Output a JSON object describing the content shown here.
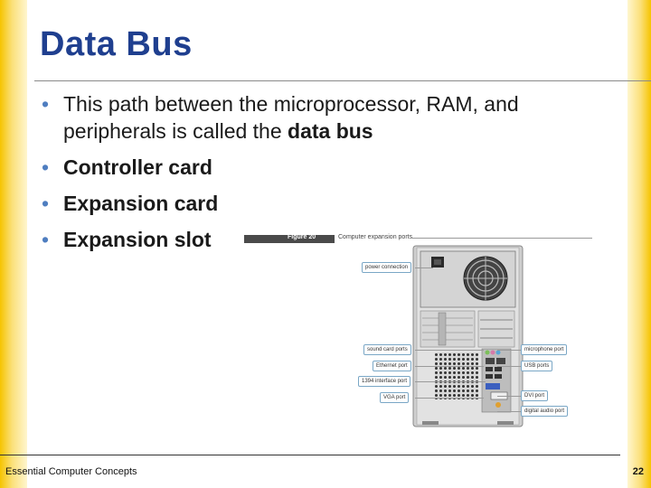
{
  "slide": {
    "title": "Data Bus",
    "bullets": [
      {
        "text": "This path between the microprocessor, RAM, and peripherals is called the ",
        "bold": "data bus"
      },
      {
        "bold": "Controller card"
      },
      {
        "bold": "Expansion card"
      },
      {
        "bold": "Expansion slot"
      }
    ]
  },
  "figure": {
    "label": "Figure 20",
    "caption": "Computer expansion ports",
    "callouts_left": [
      "power connection",
      "sound card ports",
      "Ethernet port",
      "1394 interface port",
      "VGA port"
    ],
    "callouts_right": [
      "microphone port",
      "USB ports",
      "DVI port",
      "digital audio port"
    ]
  },
  "footer": {
    "text": "Essential Computer Concepts",
    "page": "22"
  },
  "colors": {
    "title": "#1f3f8f",
    "bullet": "#4f7ec0",
    "side_bars": "#f6c400"
  }
}
